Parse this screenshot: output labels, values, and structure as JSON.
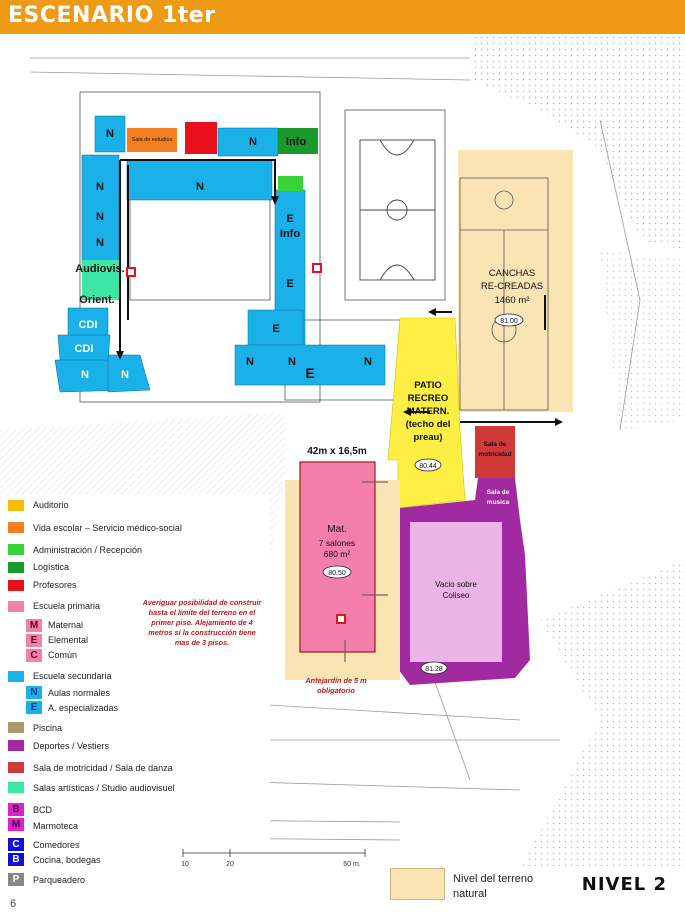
{
  "header": {
    "title": "ESCENARIO 1ter"
  },
  "plan": {
    "block_labels": {
      "n": "N",
      "e": "E",
      "info": "Info",
      "cdi": "CDI",
      "audiovis": "Audiovis.",
      "orient": "Orient.",
      "sala_estudios": "Sala de estudios",
      "canchas_title": "CANCHAS",
      "canchas_sub": "RE-CREADAS",
      "canchas_area": "1460 m²",
      "canchas_code": "81.00",
      "patio_line1": "PATIO",
      "patio_line2": "RECREO",
      "patio_line3": "MATERN.",
      "patio_line4": "(techo del",
      "patio_line5": "preau)",
      "patio_code": "80.44",
      "dimension": "42m x 16,5m",
      "mat_title": "Mat.",
      "mat_rooms": "7 salones",
      "mat_area": "680 m²",
      "mat_code": "80.50",
      "motricidad_line1": "Sala de",
      "motricidad_line2": "motricidad",
      "musica_line1": "Sala de",
      "musica_line2": "musica",
      "coliseo_line1": "Vacio sobre",
      "coliseo_line2": "Coliseo",
      "coliseo_code": "81.28"
    },
    "notes": {
      "construir_line1": "Averiguar posibilidad de construir",
      "construir_line2": "hasta el límite del terreno en el",
      "construir_line3": "primer piso. Alejamiento de 4",
      "construir_line4": "metros si la construcción tiene",
      "construir_line5": "mas de 3 pisos.",
      "antejardin_line1": "Antejardín de 5 m",
      "antejardin_line2": "obligatorio"
    },
    "scale": {
      "t1": "10",
      "t2": "20",
      "t3": "50 m."
    }
  },
  "legend": {
    "auditorio": "Auditorio",
    "vida_escolar": "Vida escolar – Servicio médico-social",
    "administracion": "Administración / Recepción",
    "logistica": "Logística",
    "profesores": "Profesores",
    "escuela_primaria": "Escuela primaria",
    "maternal_letter": "M",
    "maternal": "Maternal",
    "elemental_letter": "E",
    "elemental": "Elemental",
    "comun_letter": "C",
    "comun": "Común",
    "escuela_secundaria": "Escuela secundaria",
    "aulas_letter": "N",
    "aulas": "Aulas normales",
    "especializadas_letter": "E",
    "especializadas": "A. especializadas",
    "piscina": "Piscina",
    "deportes": "Deportes / Vestiers",
    "motricidad": "Sala de motricidad / Sala de danza",
    "salas_artisticas": "Salas artísticas / Studio audiovisuel",
    "bcd_letter": "B",
    "bcd": "BCD",
    "marmoteca_letter": "M",
    "marmoteca": "Marmoteca",
    "comedores_letter": "C",
    "comedores": "Comedores",
    "cocina_letter": "B",
    "cocina": "Cocina, bodegas",
    "parqueadero_letter": "P",
    "parqueadero": "Parqueadero",
    "nivel_terreno_line1": "Nivel del terreno",
    "nivel_terreno_line2": "natural"
  },
  "footer": {
    "nivel": "NIVEL 2",
    "page": "6"
  },
  "colors": {
    "header": "#ef9a14",
    "auditorio": "#f5c000",
    "vida_escolar": "#f57e20",
    "administracion": "#38d438",
    "logistica": "#1a9a2c",
    "profesores": "#e8101c",
    "primaria": "#f47fab",
    "secundaria": "#1ab0e8",
    "secundaria_letter": "#1a7ce0",
    "piscina": "#a89a6c",
    "deportes": "#a22aa0",
    "motricidad": "#d23a3a",
    "artisticas": "#3ee6a6",
    "bcd": "#e020d0",
    "comedores": "#1010d8",
    "parqueadero": "#888888",
    "patio": "#ffee44",
    "terreno": "#fbe4b4"
  }
}
